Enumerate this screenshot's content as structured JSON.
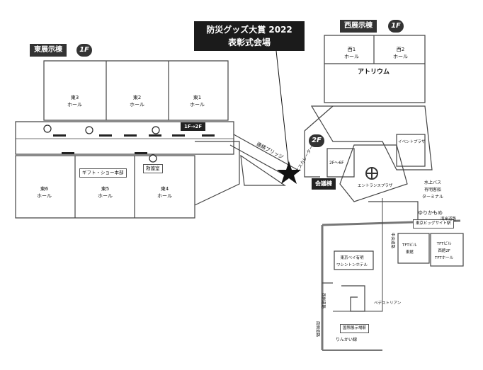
{
  "event_title": {
    "line1": "防災グッズ大賞 2022",
    "line2": "表彰式会場"
  },
  "east_building": {
    "label": "東展示棟",
    "floor": "1F"
  },
  "west_building": {
    "label": "西展示棟",
    "floor": "1F"
  },
  "halls": {
    "east1": [
      "東1",
      "ホール"
    ],
    "east2": [
      "東2",
      "ホール"
    ],
    "east3": [
      "東3",
      "ホール"
    ],
    "east4": [
      "東4",
      "ホール"
    ],
    "east5": [
      "東5",
      "ホール"
    ],
    "east6": [
      "東6",
      "ホール"
    ],
    "west1": [
      "西1",
      "ホール"
    ],
    "west2": [
      "西2",
      "ホール"
    ]
  },
  "labels": {
    "atrium": "アトリウム",
    "floor_change": "1F→2F",
    "gift_show": "ギフト・ショー本部",
    "office": "救護室",
    "bridge": "連絡ブリッジ",
    "escalator": "エスカレーター",
    "floor_2f": "2F",
    "conference": "会議棟",
    "conf_floor": "2F〜6F",
    "entrance_plaza": "エントランスプラザ",
    "event_plaza": "イベントプラザ",
    "water_bus": [
      "水上バス",
      "有明客船",
      "ターミナル"
    ],
    "yurikamome": "ゆりかもめ",
    "bigsight_station": "東京ビッグサイト駅",
    "tft_east": [
      "TFTビル",
      "東館"
    ],
    "tft_west": [
      "TFTビル",
      "西館2F",
      "TFTホール"
    ],
    "hotel": [
      "東京ベイ有明",
      "ワシントンホテル"
    ],
    "central_road": "中央道路",
    "pedestrian": "ペデストリアン",
    "rinkai": "りんかい線",
    "kokusai_station": "国際展示場駅",
    "south_road": "南側道路",
    "east_road": "湾岸道路",
    "west_road": "西側道路"
  }
}
